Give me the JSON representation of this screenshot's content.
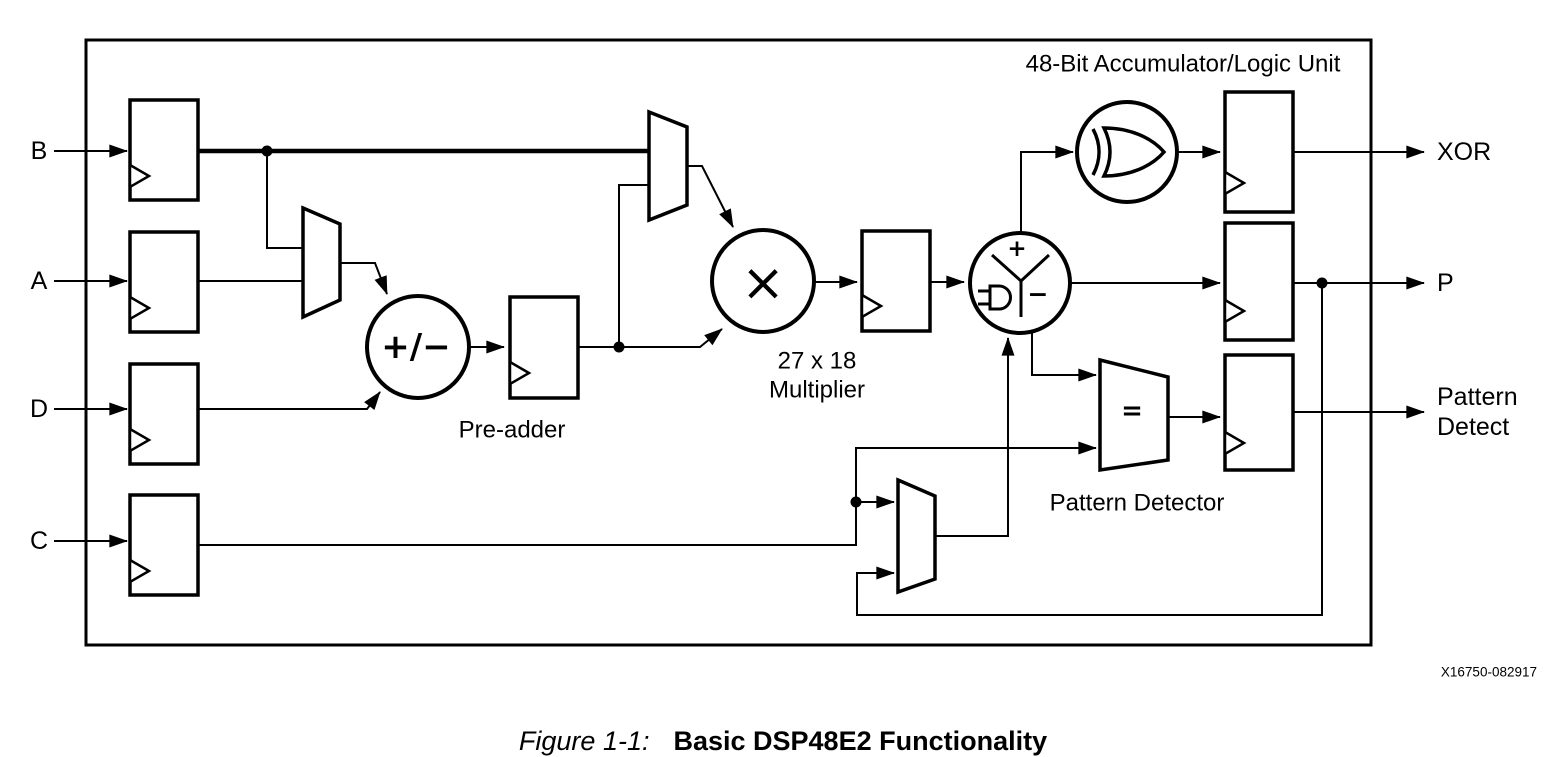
{
  "figure": {
    "caption_prefix": "Figure 1-1:",
    "caption_title": "Basic DSP48E2 Functionality",
    "watermark": "X16750-082917"
  },
  "inputs": {
    "b": "B",
    "a": "A",
    "d": "D",
    "c": "C"
  },
  "outputs": {
    "xor": "XOR",
    "p": "P",
    "pattern_line1": "Pattern",
    "pattern_line2": "Detect"
  },
  "blocks": {
    "accumulator_label": "48-Bit Accumulator/Logic Unit",
    "pre_adder_symbol": "+/−",
    "pre_adder_label": "Pre-adder",
    "multiplier_symbol": "×",
    "multiplier_label_line1": "27 x 18",
    "multiplier_label_line2": "Multiplier",
    "alu_plus": "+",
    "alu_minus": "−",
    "comparator_symbol": "=",
    "pattern_detector_label": "Pattern Detector"
  }
}
